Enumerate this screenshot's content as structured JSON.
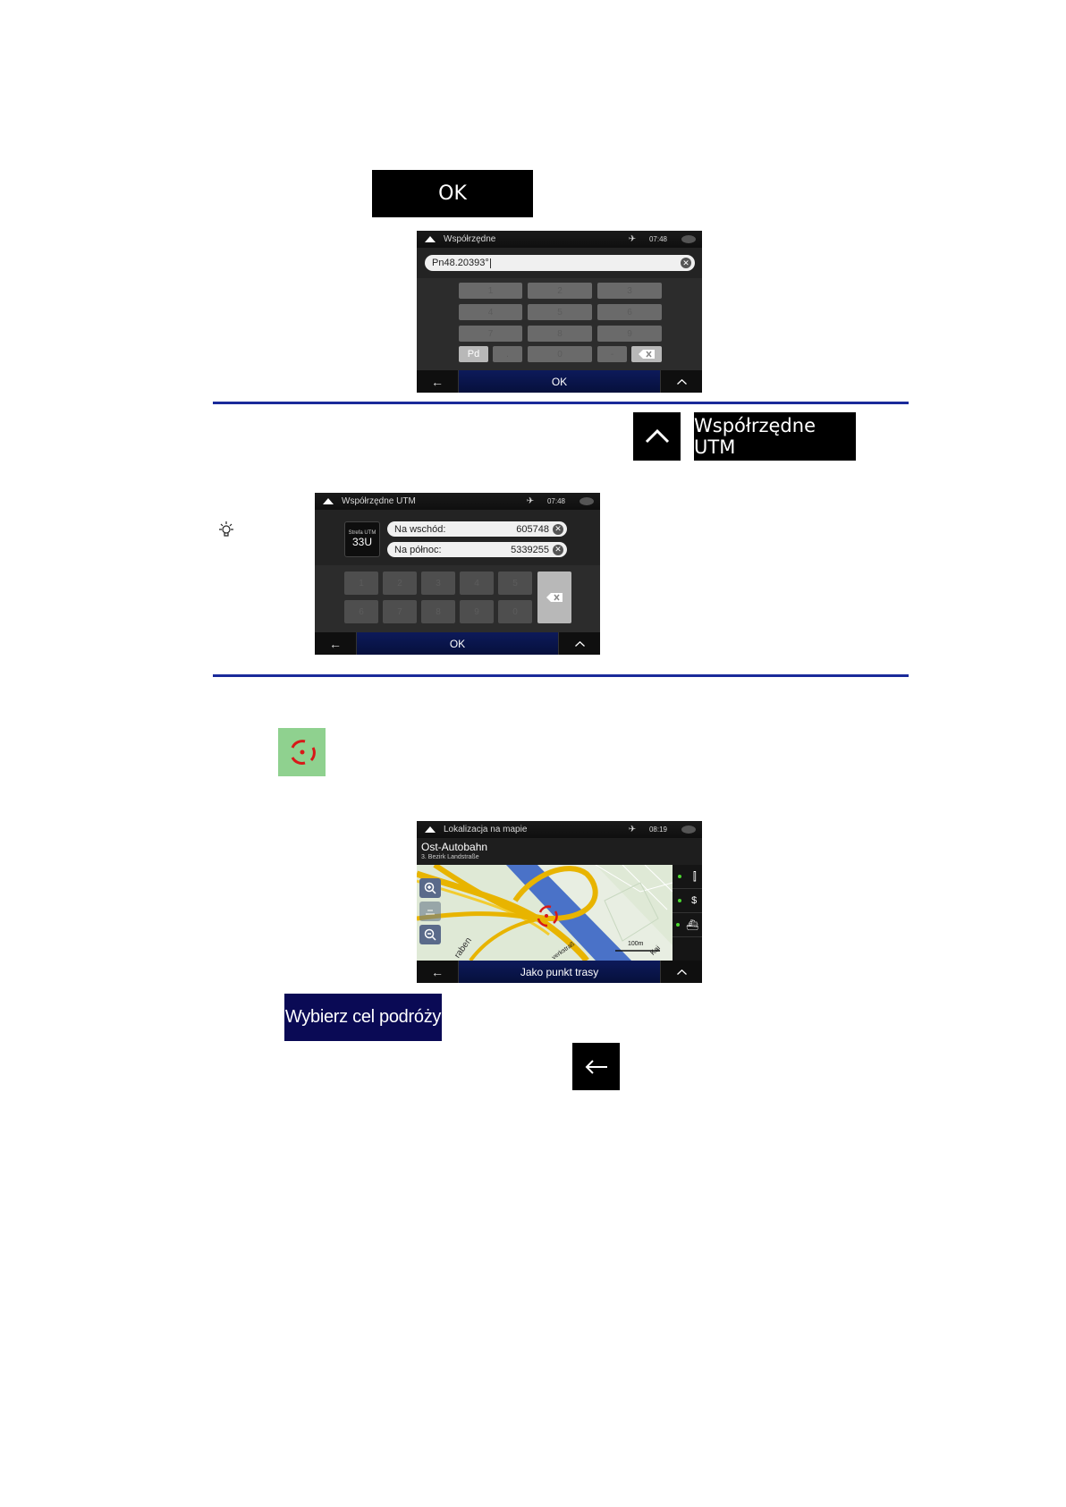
{
  "buttons": {
    "ok_label": "OK",
    "utm_label": "Współrzędne UTM",
    "select_destination_label": "Wybierz cel podróży",
    "back_icon": "back-arrow-icon",
    "up_icon": "chevron-up-icon"
  },
  "screen1": {
    "title": "Współrzędne",
    "time": "07:48",
    "input_value": "Pn48.20393°",
    "keys": [
      "1",
      "2",
      "3",
      "4",
      "5",
      "6",
      "7",
      "8",
      "9",
      "Pd",
      ".",
      "0",
      "-"
    ],
    "active_key": "Pd",
    "bottom_label": "OK"
  },
  "screen2": {
    "title": "Współrzędne UTM",
    "time": "07:48",
    "zone_label": "Strefa UTM",
    "zone_value": "33U",
    "east_label": "Na wschód:",
    "east_value": "605748",
    "north_label": "Na północ:",
    "north_value": "5339255",
    "keys": [
      "1",
      "2",
      "3",
      "4",
      "5",
      "6",
      "7",
      "8",
      "9",
      "0"
    ],
    "bottom_label": "OK"
  },
  "screen3": {
    "title": "Lokalizacja na mapie",
    "time": "08:19",
    "street": "Ost-Autobahn",
    "district": "3. Bezirk Landstraße",
    "map_label_1": "raben",
    "map_label_2": "verkstraß",
    "scale_label": "100m",
    "map_label_3": "Kai",
    "bottom_label": "Jako punkt trasy"
  },
  "colors": {
    "accent_navy": "#0a0a55",
    "divider": "#1a2a9a",
    "cursor_icon_bg": "#8fd18f",
    "cursor_red": "#d81818"
  }
}
